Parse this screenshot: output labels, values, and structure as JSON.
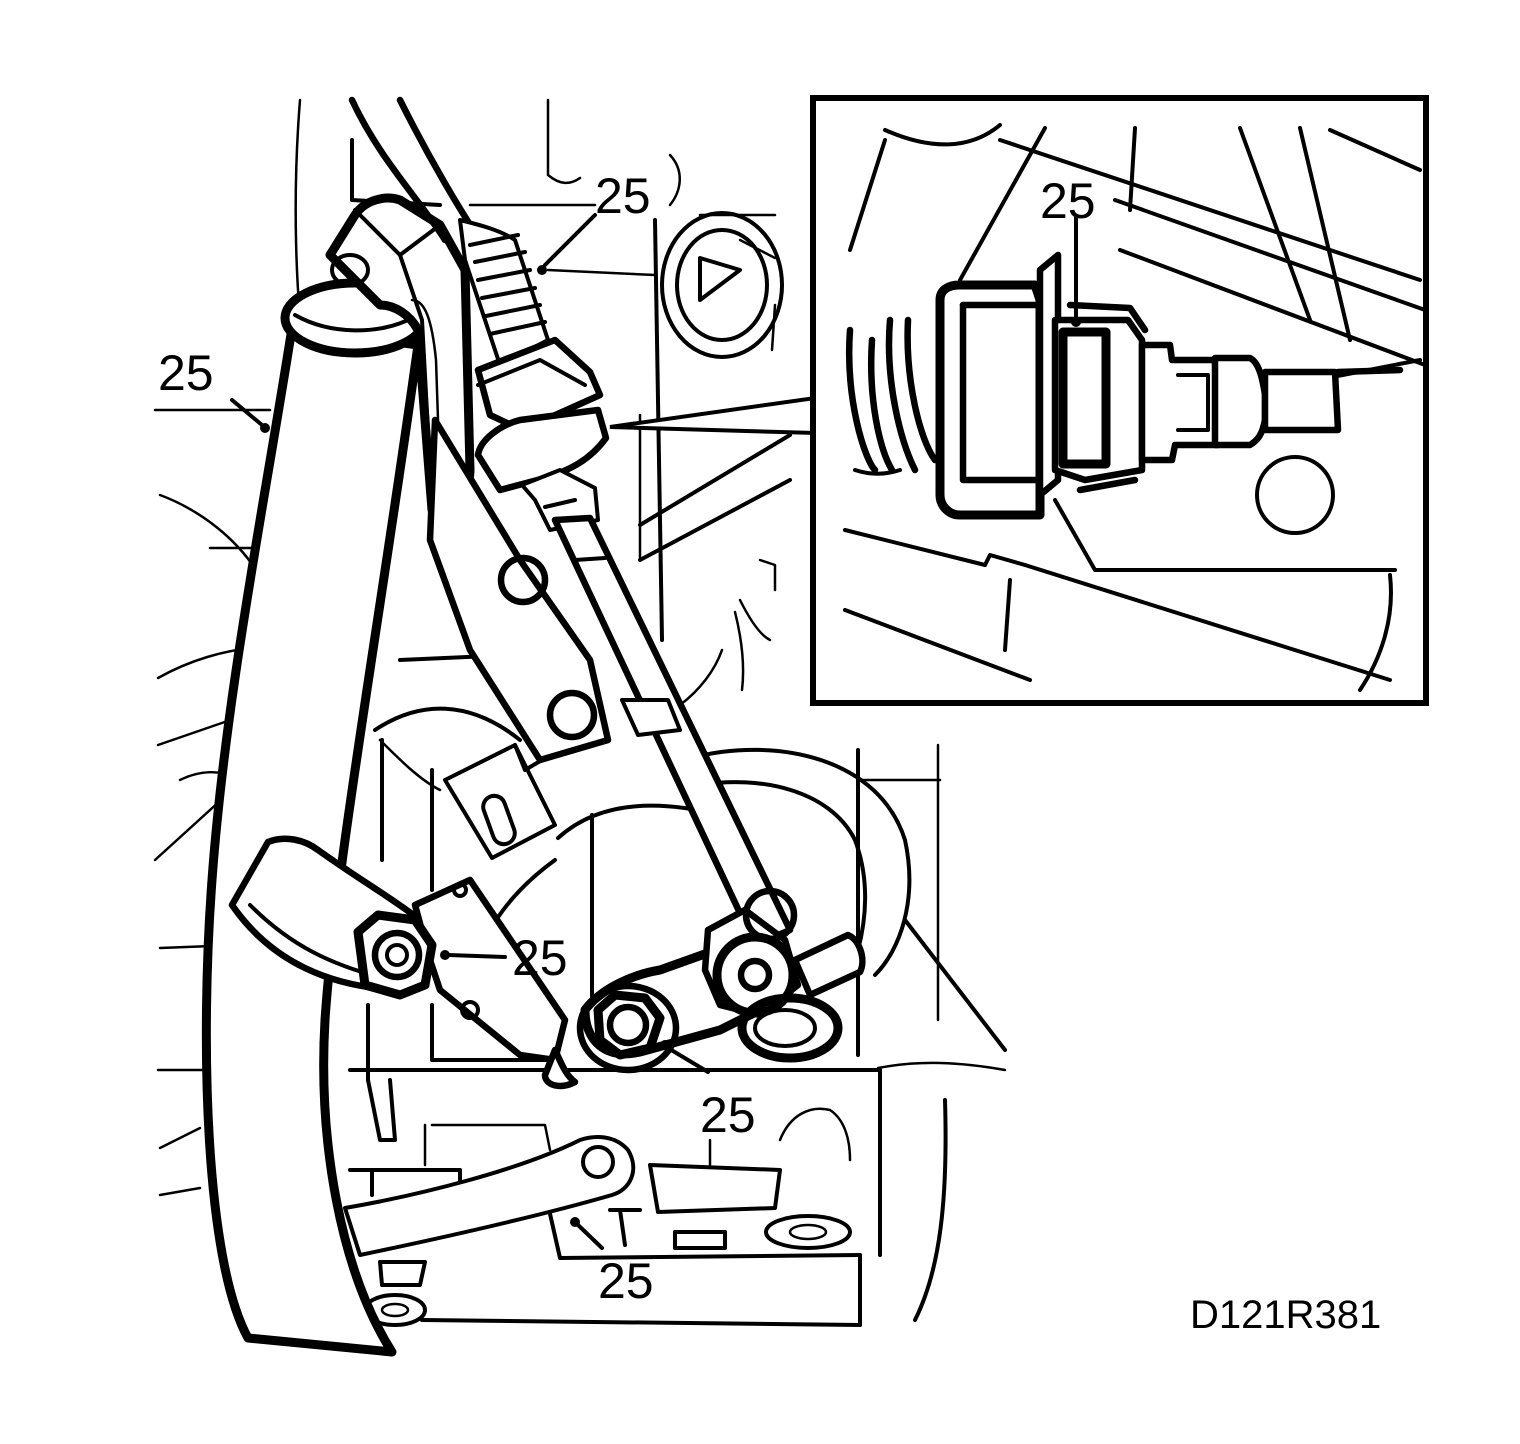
{
  "diagram": {
    "figure_id": "D121R381",
    "callouts": [
      {
        "id": "callout-top",
        "label": "25"
      },
      {
        "id": "callout-left",
        "label": "25"
      },
      {
        "id": "callout-mid",
        "label": "25"
      },
      {
        "id": "callout-lower-right",
        "label": "25"
      },
      {
        "id": "callout-bottom",
        "label": "25"
      },
      {
        "id": "callout-inset",
        "label": "25"
      }
    ],
    "inset": {
      "present": true,
      "description_icon": "magnified-connector-detail"
    }
  }
}
